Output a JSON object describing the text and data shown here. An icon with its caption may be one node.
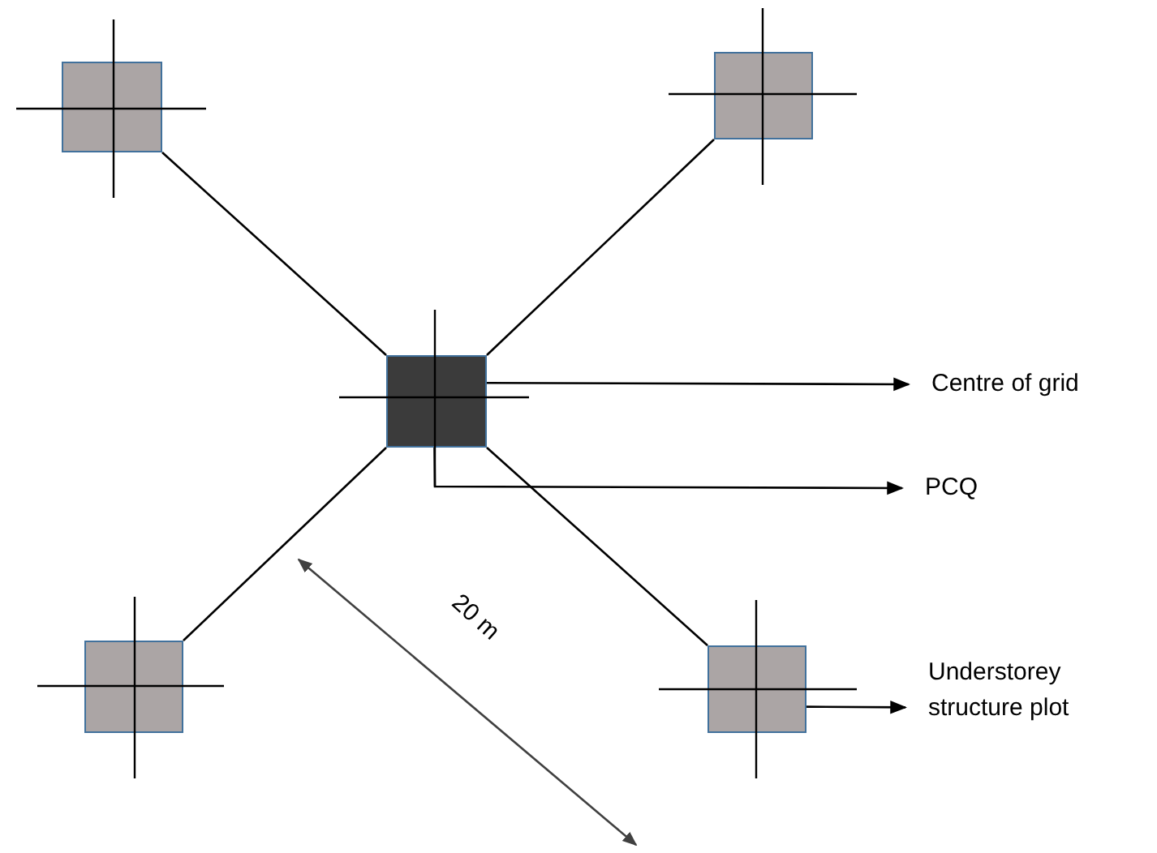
{
  "diagram": {
    "nodes": [
      {
        "text": [],
        "shape": "box"
      },
      {
        "text": [],
        "shape": "box"
      },
      {
        "text": [],
        "shape": "box"
      },
      {
        "text": [],
        "shape": "box"
      },
      {
        "text": [],
        "shape": "box"
      },
      {
        "text": [
          "Centre of grid"
        ]
      },
      {
        "text": [
          "PCQ"
        ]
      },
      {
        "text": [
          "Understorey structure plot"
        ]
      }
    ],
    "edges": [
      {
        "from": 2,
        "to": 0,
        "arrow": "none"
      },
      {
        "from": 2,
        "to": 1,
        "arrow": "none"
      },
      {
        "from": 2,
        "to": 3,
        "arrow": "none"
      },
      {
        "from": 2,
        "to": 4,
        "arrow": "none"
      },
      {
        "from": 2,
        "to": 5,
        "arrow": "to"
      },
      {
        "from": 2,
        "to": 6,
        "arrow": "to"
      },
      {
        "from": 4,
        "to": 7,
        "arrow": "to"
      }
    ],
    "labels": [
      "20 m"
    ]
  }
}
